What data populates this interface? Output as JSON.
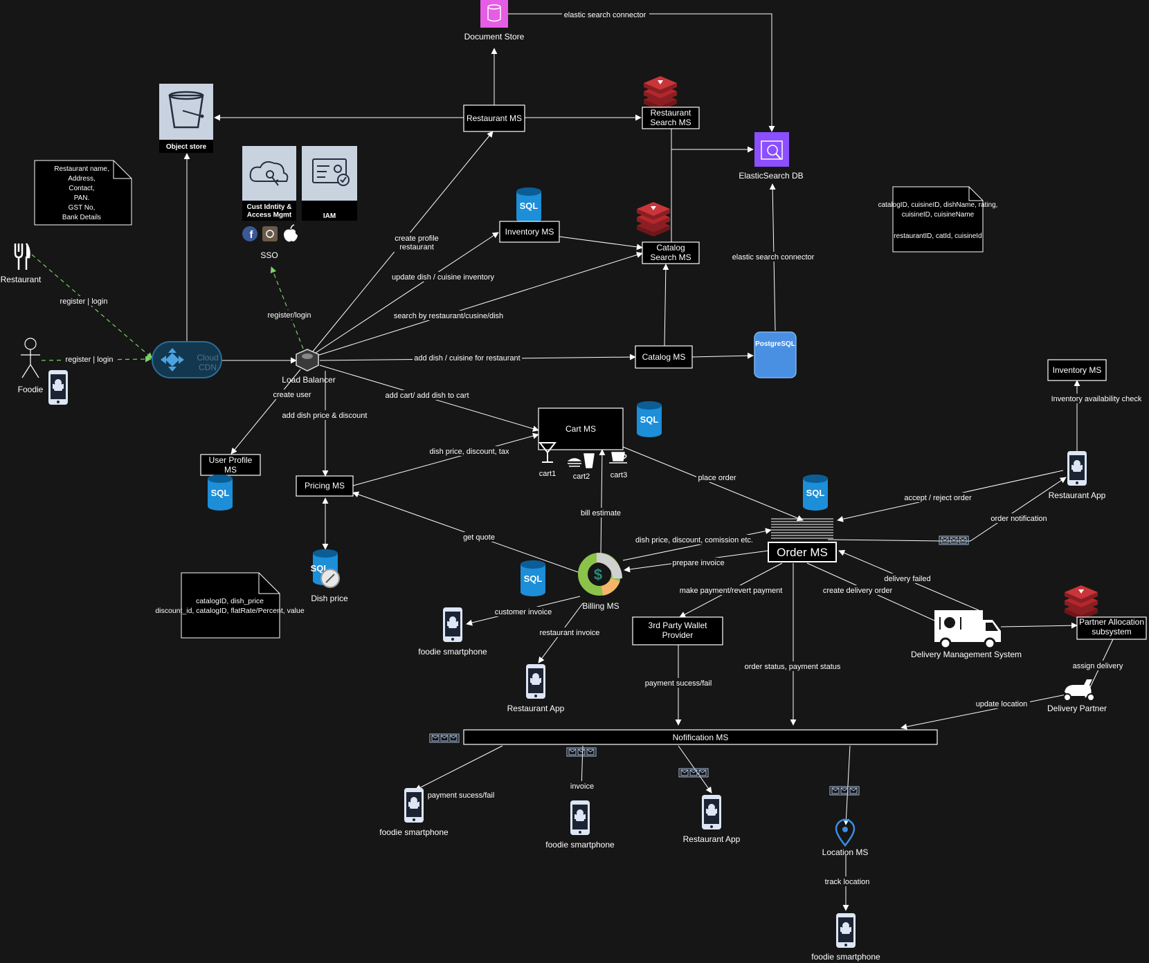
{
  "actors": {
    "restaurant": "Restaurant",
    "foodie": "Foodie"
  },
  "services": {
    "cloud_cdn": "Cloud\nCDN",
    "load_balancer": "Load Balancer",
    "object_store": "Object store",
    "document_store": "Document Store",
    "restaurant_ms": "Restaurant MS",
    "restaurant_search_ms": "Restaurant\nSearch MS",
    "elasticsearch_db": "ElasticSearch DB",
    "inventory_ms": "Inventory MS",
    "catalog_search_ms": "Catalog\nSearch MS",
    "catalog_ms": "Catalog MS",
    "postgresql": "PostgreSQL",
    "cust_identity": "Cust Idntity &\nAccess Mgmt",
    "iam": "IAM",
    "sso": "SSO",
    "user_profile_ms": "User Profile\nMS",
    "pricing_ms": "Pricing MS",
    "dish_price": "Dish price",
    "cart_ms": "Cart MS",
    "cart1": "cart1",
    "cart2": "cart2",
    "cart3": "cart3",
    "billing_ms": "Billing MS",
    "order_ms": "Order MS",
    "inventory_ms_right": "Inventory MS",
    "restaurant_app_top": "Restaurant App",
    "third_party_wallet": "3rd Party Wallet\nProvider",
    "delivery_mgmt": "Delivery Management System",
    "partner_allocation": "Partner Allocation\nsubsystem",
    "delivery_partner": "Delivery Partner",
    "notification_ms": "Nofification MS",
    "location_ms": "Location MS",
    "foodie_smartphone_billing": "foodie smartphone",
    "restaurant_app_billing": "Restaurant App",
    "foodie_smartphone_n1": "foodie smartphone",
    "foodie_smartphone_n2": "foodie smartphone",
    "restaurant_app_notif": "Restaurant App",
    "foodie_smartphone_loc": "foodie smartphone",
    "sql": "SQL"
  },
  "notes": {
    "restaurant_info": [
      "Restaurant name,",
      "Address,",
      "Contact,",
      "PAN.",
      "GST No,",
      "Bank Details"
    ],
    "catalog_info": [
      "catalogID, cuisineID, dishName, rating,",
      "cuisineID, cuisineName",
      "",
      "restaurantID, catId, cuisineId"
    ],
    "pricing_info": [
      "catalogID, dish_price",
      "discount_id, catalogID, flatRate/Percent, value"
    ]
  },
  "edges": {
    "elastic_connector_top": "elastic search connector",
    "register_login_restaurant": "register | login",
    "register_login_foodie": "register | login",
    "register_login_sso": "register/login",
    "create_profile": "create profile\nrestaurant",
    "update_inventory": "update dish / cuisine inventory",
    "search_by": "search by restaurant/cusine/dish",
    "add_dish": "add dish / cuisine for restaurant",
    "elastic_connector_mid": "elastic search connector",
    "create_user": "create user",
    "add_price": "add dish price & discount",
    "add_cart": "add cart/ add dish to cart",
    "dish_price_tax": "dish price, discount, tax",
    "place_order": "place order",
    "bill_estimate": "bill estimate",
    "get_quote": "get quote",
    "dish_price_commission": "dish price, discount, comission etc.",
    "prepare_invoice": "prepare invoice",
    "accept_reject": "accept / reject order",
    "order_notification": "order notification",
    "inventory_check": "Inventory availability check",
    "make_payment": "make payment/revert payment",
    "create_delivery": "create delivery order",
    "delivery_failed": "delivery failed",
    "customer_invoice": "customer invoice",
    "restaurant_invoice": "restaurant invoice",
    "payment_success_fail": "payment sucess/fail",
    "order_payment_status": "order status, payment status",
    "assign_delivery": "assign delivery",
    "update_location": "update location",
    "notif_payment": "payment sucess/fail",
    "notif_invoice": "invoice",
    "track_location": "track location"
  },
  "colors": {
    "background": "#161616",
    "edge": "#ffffff",
    "dashed_edge": "#7ad36a",
    "document_store": "#e55ce5",
    "elasticsearch": "#8c4fff",
    "postgresql": "#4a90e2",
    "sql_db": "#1d8ed8",
    "redis": "#b3282d",
    "cdn": "#1f5a80",
    "panel": "#c9d3e0"
  }
}
